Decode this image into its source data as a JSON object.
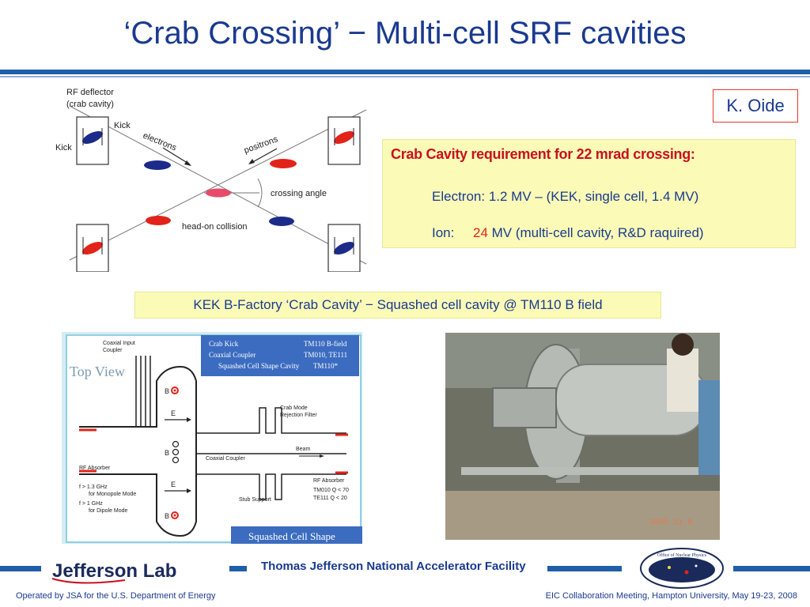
{
  "slide": {
    "title": "‘Crab Crossing’ − Multi-cell SRF cavities",
    "author_badge": "K. Oide"
  },
  "diagram": {
    "rf_deflector": "RF deflector",
    "crab_cavity": "(crab cavity)",
    "kick_top": "Kick",
    "kick_left": "Kick",
    "electrons": "electrons",
    "positrons": "positrons",
    "crossing_angle": "crossing angle",
    "head_on": "head-on collision"
  },
  "requirement": {
    "heading": "Crab Cavity requirement for 22 mrad crossing:",
    "electron_label": "Electron",
    "electron_text": ":  1.2 MV  –  (KEK, single cell, 1.4 MV)",
    "ion_label": "Ion",
    "ion_sep": ":     ",
    "ion_value": "24",
    "ion_text": " MV (multi-cell  cavity, R&D raquired)"
  },
  "kek_caption": "KEK B-Factory ‘Crab Cavity’ − Squashed cell cavity @ TM110 B field",
  "topview": {
    "coaxial_input": "Coaxial Input",
    "coupler": "Coupler",
    "top_view": "Top View",
    "legend": [
      {
        "left": "Crab Kick",
        "right": "TM110 B-field"
      },
      {
        "left": "Coaxial Coupler",
        "right": "TM010, TE111"
      },
      {
        "left": "Squashed Cell Shape Cavity",
        "right": "TM110*"
      }
    ],
    "b1": "B",
    "e1": "E",
    "b2": "B",
    "e2": "E",
    "b3": "B",
    "crab_mode": "Crab Mode",
    "rejection": "Rejection Filter",
    "beam": "Beam",
    "coax_coupler": "Coaxial Coupler",
    "rf_absorber_left": "RF Absorber",
    "f1": "f > 1.3 GHz",
    "for_monopole": "for Monopole Mode",
    "f2": "f >  1  GHz",
    "for_dipole": "for Dipole Mode",
    "stub": "Stub Support",
    "rf_absorber_right": "RF Absorber",
    "tm010": "TM010   Q < 70",
    "te111": "TE111   Q < 20",
    "squashed": "Squashed Cell Shape"
  },
  "photo": {
    "date_stamp": "2005  11  8"
  },
  "footer": {
    "jlab": "Jefferson Lab",
    "tjnaf": "Thomas Jefferson National Accelerator Facility",
    "onp": "Office of Nuclear Physics",
    "operated": "Operated by JSA for the U.S. Department of Energy",
    "meeting": "EIC Collaboration Meeting, Hampton University, May 19-23, 2008"
  },
  "colors": {
    "title_blue": "#1a3a8f",
    "accent_red": "#e2231a",
    "box_yellow": "#fbfbb7",
    "rule_blue": "#1f5ea8"
  }
}
